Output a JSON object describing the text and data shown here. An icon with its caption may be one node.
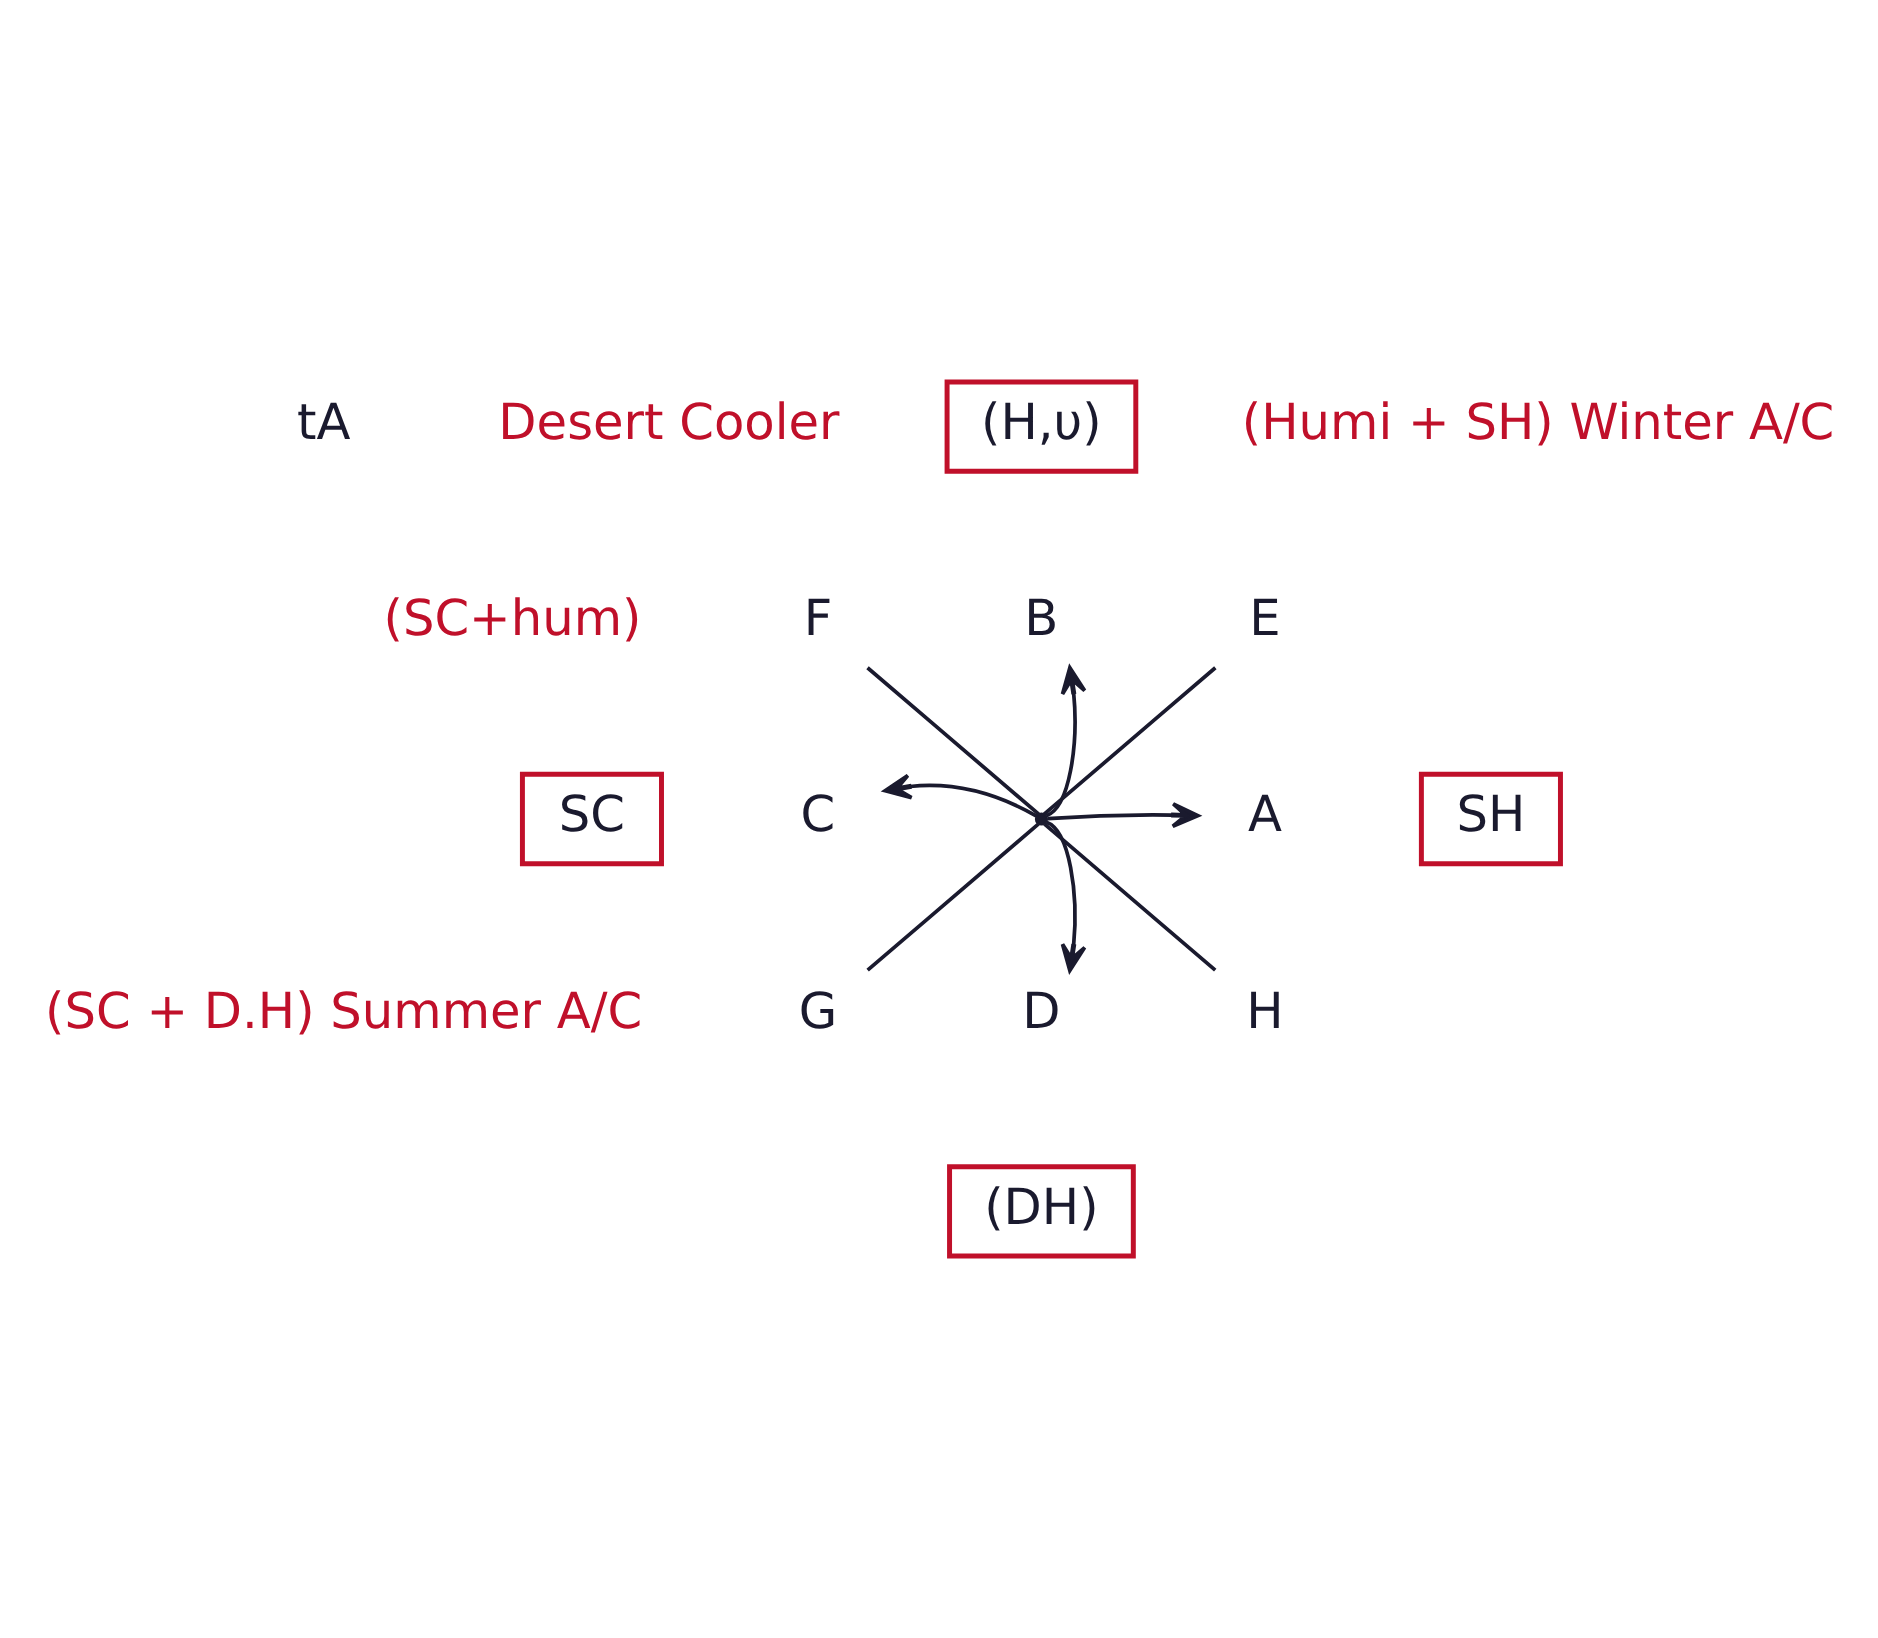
{
  "diagram": {
    "nodes": [
      {
        "text": [],
        "shape": "circle"
      },
      {
        "text": [
          "A"
        ]
      },
      {
        "text": [
          "B"
        ]
      },
      {
        "text": [
          "C"
        ]
      },
      {
        "text": [
          "D"
        ]
      },
      {
        "text": [
          "E"
        ]
      },
      {
        "text": [
          "F"
        ]
      },
      {
        "text": [
          "G"
        ]
      },
      {
        "text": [
          "H"
        ]
      },
      {
        "text": [
          "SH"
        ]
      },
      {
        "text": [
          "(H,υ)"
        ]
      },
      {
        "text": [
          "SC"
        ]
      },
      {
        "text": [
          "(DH)"
        ]
      }
    ],
    "edges": [
      {
        "from": 0,
        "to": 1,
        "arrow": "to"
      },
      {
        "from": 0,
        "to": 2,
        "arrow": "to"
      },
      {
        "from": 0,
        "to": 3,
        "arrow": "to"
      },
      {
        "from": 0,
        "to": 4,
        "arrow": "to"
      },
      {
        "from": 0,
        "to": 5,
        "arrow": "none"
      },
      {
        "from": 0,
        "to": 6,
        "arrow": "none"
      },
      {
        "from": 0,
        "to": 7,
        "arrow": "none"
      },
      {
        "from": 0,
        "to": 8,
        "arrow": "none"
      }
    ],
    "labels": [
      "tA",
      "Desert Cooler",
      "(Humi + SH) Winter A/C",
      "(SC+hum)",
      "(SC + D.H) Summer A/C"
    ]
  }
}
